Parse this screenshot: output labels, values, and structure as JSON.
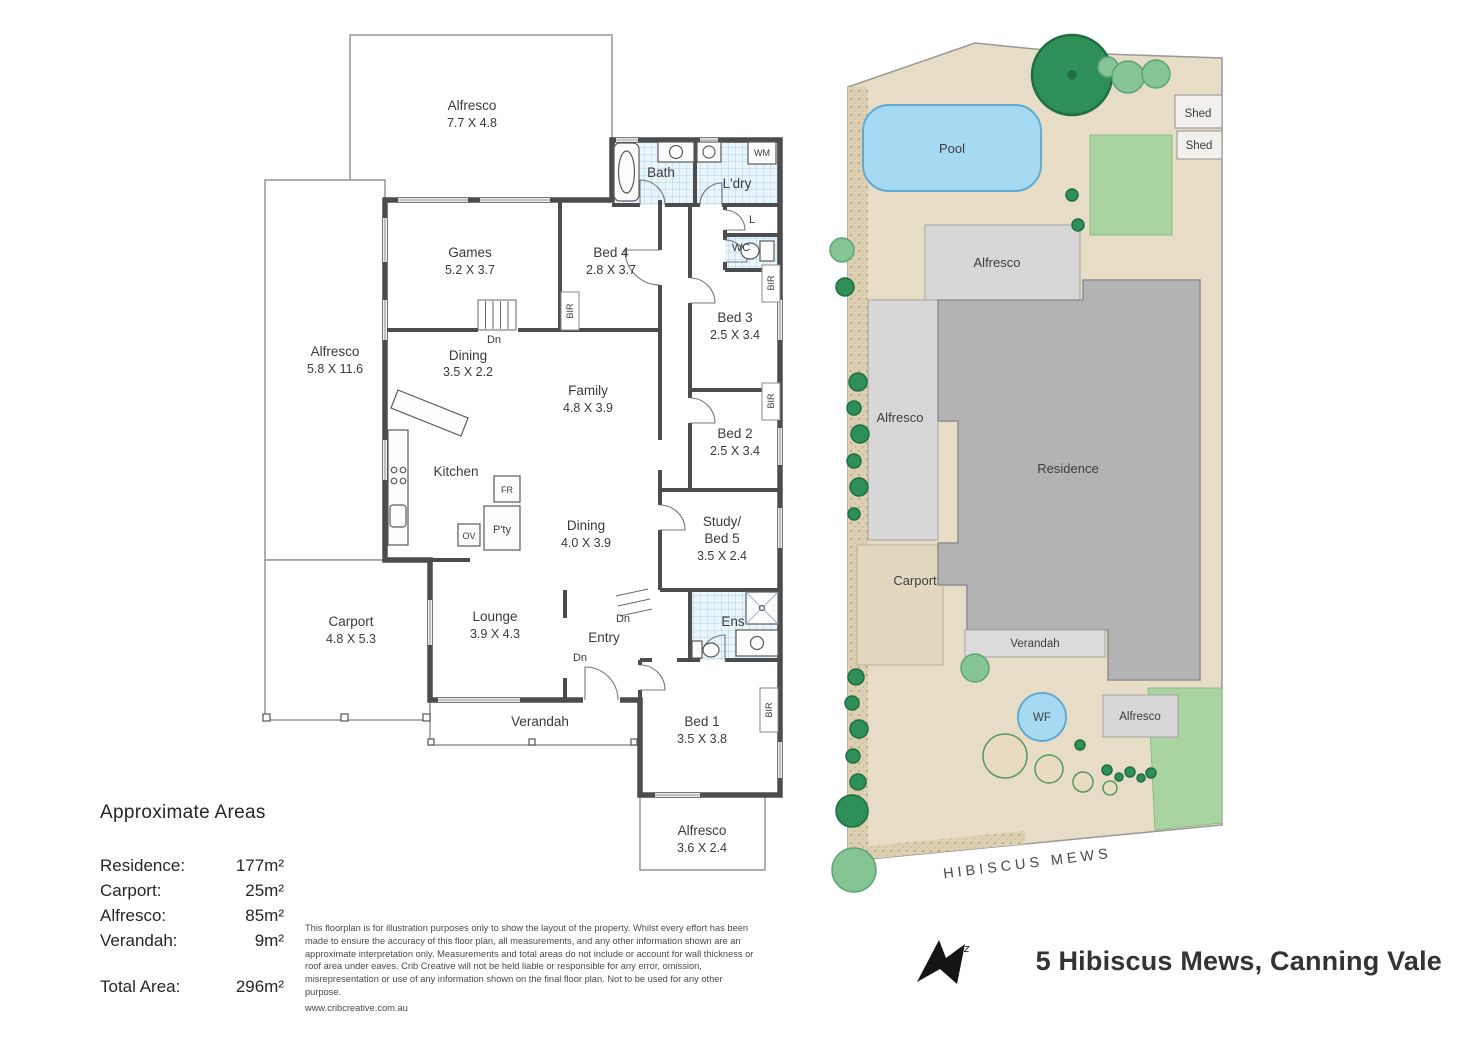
{
  "floorplan": {
    "alfresco_top": {
      "label": "Alfresco",
      "dims": "7.7 X 4.8"
    },
    "alfresco_left": {
      "label": "Alfresco",
      "dims": "5.8 X 11.6"
    },
    "alfresco_bottom": {
      "label": "Alfresco",
      "dims": "3.6 X 2.4"
    },
    "games": {
      "label": "Games",
      "dims": "5.2 X 3.7"
    },
    "bed4": {
      "label": "Bed 4",
      "dims": "2.8 X 3.7"
    },
    "bed3": {
      "label": "Bed 3",
      "dims": "2.5 X 3.4"
    },
    "bed2": {
      "label": "Bed 2",
      "dims": "2.5 X 3.4"
    },
    "bed1": {
      "label": "Bed 1",
      "dims": "3.5 X 3.8"
    },
    "study": {
      "line1": "Study/",
      "line2": "Bed 5",
      "dims": "3.5 X 2.4"
    },
    "dining_small": {
      "label": "Dining",
      "dims": "3.5 X 2.2"
    },
    "dining": {
      "label": "Dining",
      "dims": "4.0 X 3.9"
    },
    "family": {
      "label": "Family",
      "dims": "4.8 X 3.9"
    },
    "lounge": {
      "label": "Lounge",
      "dims": "3.9 X 4.3"
    },
    "carport": {
      "label": "Carport",
      "dims": "4.8 X 5.3"
    },
    "kitchen": "Kitchen",
    "bath": "Bath",
    "laundry": "L'dry",
    "ens": "Ens",
    "entry": "Entry",
    "verandah": "Verandah",
    "wc": "WC",
    "linen": "L",
    "bir": "BIR",
    "dn": "Dn",
    "wm": "WM",
    "fr": "FR",
    "ov": "OV",
    "pantry": "P'ty"
  },
  "siteplan": {
    "pool": "Pool",
    "shed": "Shed",
    "alfresco": "Alfresco",
    "residence": "Residence",
    "carport": "Carport",
    "verandah": "Verandah",
    "wf": "WF",
    "street": "HIBISCUS MEWS"
  },
  "areas": {
    "title": "Approximate Areas",
    "rows": [
      {
        "label": "Residence:",
        "value": "177m²"
      },
      {
        "label": "Carport:",
        "value": "25m²"
      },
      {
        "label": "Alfresco:",
        "value": "85m²"
      },
      {
        "label": "Verandah:",
        "value": "9m²"
      }
    ],
    "total": {
      "label": "Total Area:",
      "value": "296m²"
    }
  },
  "disclaimer": {
    "text": "This floorplan is for illustration purposes only to show the layout of the property. Whilst every effort has been made to ensure the accuracy of this floor plan, all measurements, and any other information shown are an approximate interpretation only. Measurements and total areas do not include or account for wall thickness or roof area under eaves. Crib Creative will not be held liable or responsible for any error, omission, misrepresentation or use of any information shown on the final floor plan. Not to be used for any other purpose.",
    "url": "www.cribcreative.com.au"
  },
  "footer": {
    "address": "5 Hibiscus Mews, Canning Vale",
    "north": "z"
  }
}
